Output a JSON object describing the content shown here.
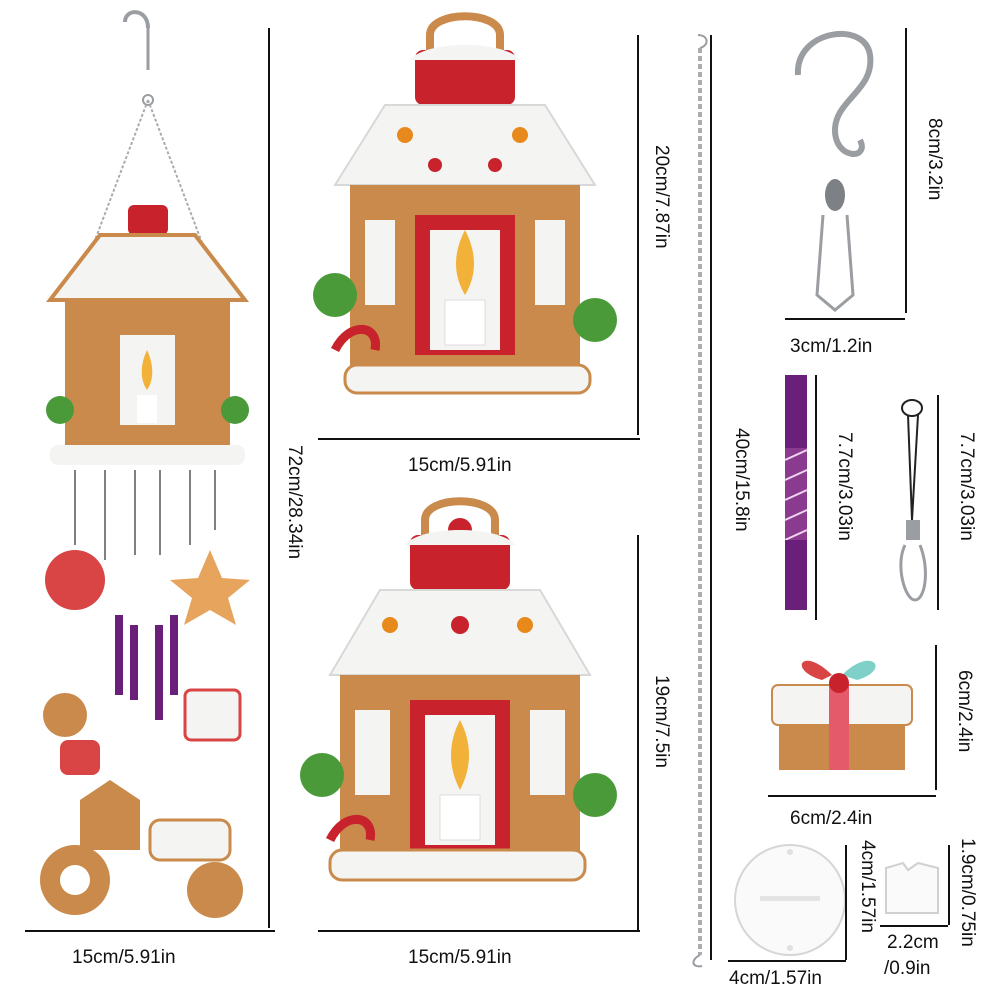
{
  "dimensions": {
    "full_height": "72cm/28.34in",
    "full_width": "15cm/5.91in",
    "house1_height": "20cm/7.87in",
    "house1_width": "15cm/5.91in",
    "house2_height": "19cm/7.5in",
    "house2_width": "15cm/5.91in",
    "chain_length": "40cm/15.8in",
    "hook_height": "8cm/3.2in",
    "hook_width": "3cm/1.2in",
    "pen_length": "7.7cm/3.03in",
    "lanyard_length": "7.7cm/3.03in",
    "gift_height": "6cm/2.4in",
    "gift_width": "6cm/2.4in",
    "disc_height": "4cm/1.57in",
    "disc_width": "4cm/1.57in",
    "clip_height": "1.9cm/0.75in",
    "clip_width_line1": "2.2cm",
    "clip_width_line2": "/0.9in"
  },
  "colors": {
    "gingerbread": "#c98a4b",
    "icing": "#f4f4f2",
    "red": "#c8232c",
    "green": "#4a9a3a",
    "candle": "#f2b23a",
    "purple": "#6a1f7a",
    "metal": "#a9acb0"
  },
  "icons": [
    "s-hook-icon",
    "swivel-clip-icon",
    "chain-icon",
    "diamond-pen-icon",
    "lanyard-icon",
    "gift-pendant-icon",
    "acrylic-disc-icon",
    "clip-connector-icon",
    "gingerbread-house-icon",
    "wind-chime-icon"
  ]
}
